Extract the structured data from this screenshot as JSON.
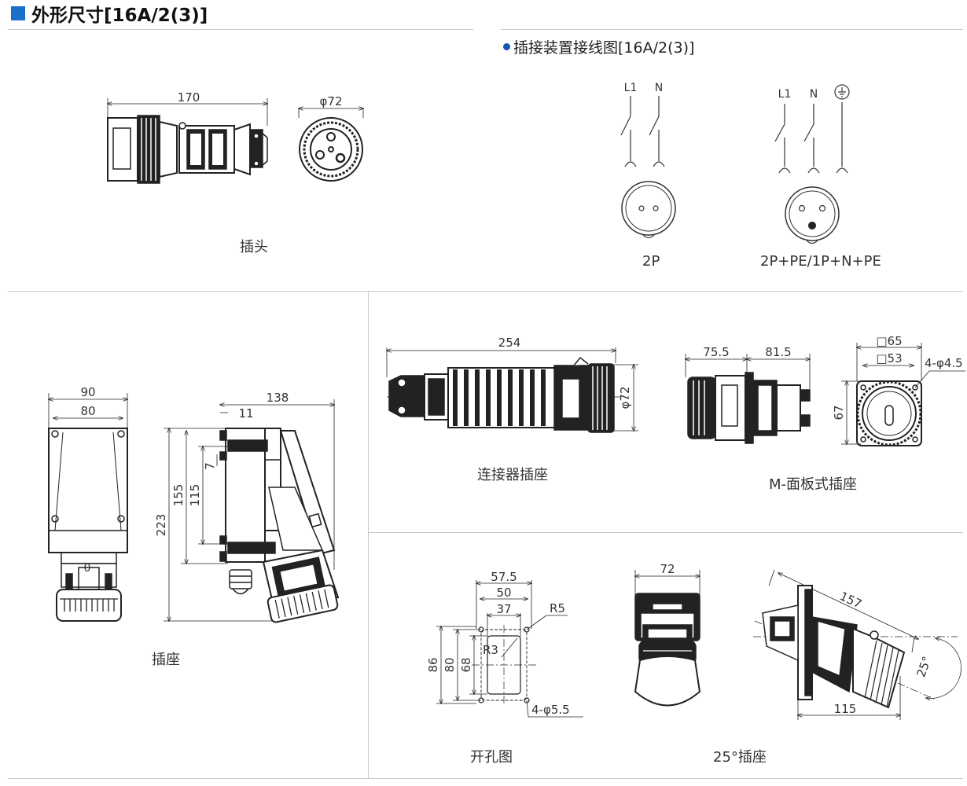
{
  "header": {
    "title": "外形尺寸[16A/2(3)]",
    "accent": "#1a6fc9"
  },
  "wiring": {
    "title": "插接装置接线图[16A/2(3)]",
    "left": {
      "l1": "L1",
      "n": "N",
      "caption": "2P"
    },
    "right": {
      "l1": "L1",
      "n": "N",
      "caption": "2P+PE/1P+N+PE"
    }
  },
  "plug": {
    "caption": "插头",
    "length": "170",
    "diameter": "φ72"
  },
  "socket": {
    "caption": "插座",
    "w_outer": "90",
    "w_inner": "80",
    "depth": "138",
    "offset": "11",
    "small": "7",
    "h_inner": "115",
    "h_mid": "155",
    "h_total": "223",
    "zero": "0"
  },
  "connector": {
    "caption": "连接器插座",
    "length": "254",
    "diameter": "φ72"
  },
  "panel": {
    "caption": "M-面板式插座",
    "d1": "75.5",
    "d2": "81.5",
    "sq_outer": "□65",
    "sq_inner": "□53",
    "holes": "4-φ4.5",
    "height": "67"
  },
  "cutout": {
    "caption": "开孔图",
    "w1": "57.5",
    "w2": "50",
    "w3": "37",
    "r5": "R5",
    "r3": "R3",
    "h1": "86",
    "h2": "80",
    "h3": "68",
    "holes": "4-φ5.5"
  },
  "angled": {
    "caption": "25°插座",
    "width": "72",
    "length": "157",
    "base": "115",
    "angle": "25°"
  }
}
